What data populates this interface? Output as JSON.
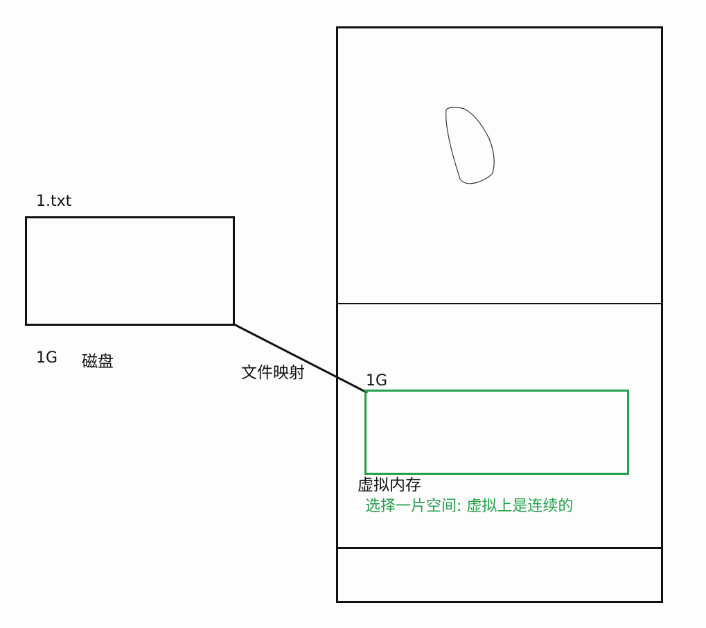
{
  "disk": {
    "file_name": "1.txt",
    "size": "1G",
    "label": "磁盘"
  },
  "mapping": {
    "label": "文件映射"
  },
  "memory": {
    "region_size": "1G",
    "label": "虚拟内存",
    "note": "选择一片空间: 虚拟上是连续的"
  },
  "colors": {
    "line": "#111111",
    "accent_green": "#22a24a"
  }
}
